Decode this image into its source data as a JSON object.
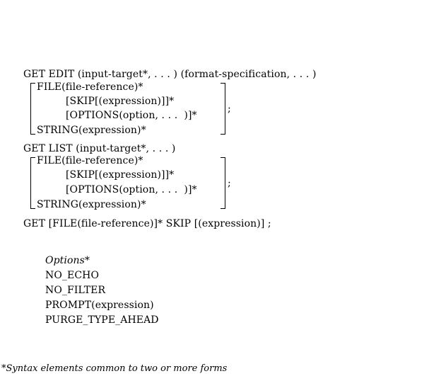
{
  "syntax": {
    "edit": {
      "header": "GET EDIT (input-target*, . . . ) (format-specification, . . . )",
      "file": "FILE(file-reference)*",
      "skip": "[SKIP[(expression)]]*",
      "options": "[OPTIONS(option, . . .  )]*",
      "string": "STRING(expression)*",
      "terminator": ";"
    },
    "list": {
      "header": "GET LIST (input-target*, . . . )",
      "file": "FILE(file-reference)*",
      "skip": "[SKIP[(expression)]]*",
      "options": "[OPTIONS(option, . . .  )]*",
      "string": "STRING(expression)*",
      "terminator": ";"
    },
    "skip_form": "GET [FILE(file-reference)]* SKIP [(expression)] ;"
  },
  "options": {
    "heading": "Options*",
    "items": [
      "NO_ECHO",
      "NO_FILTER",
      "PROMPT(expression)",
      "PURGE_TYPE_AHEAD"
    ]
  },
  "footnote": "*Syntax elements common to two or more forms"
}
